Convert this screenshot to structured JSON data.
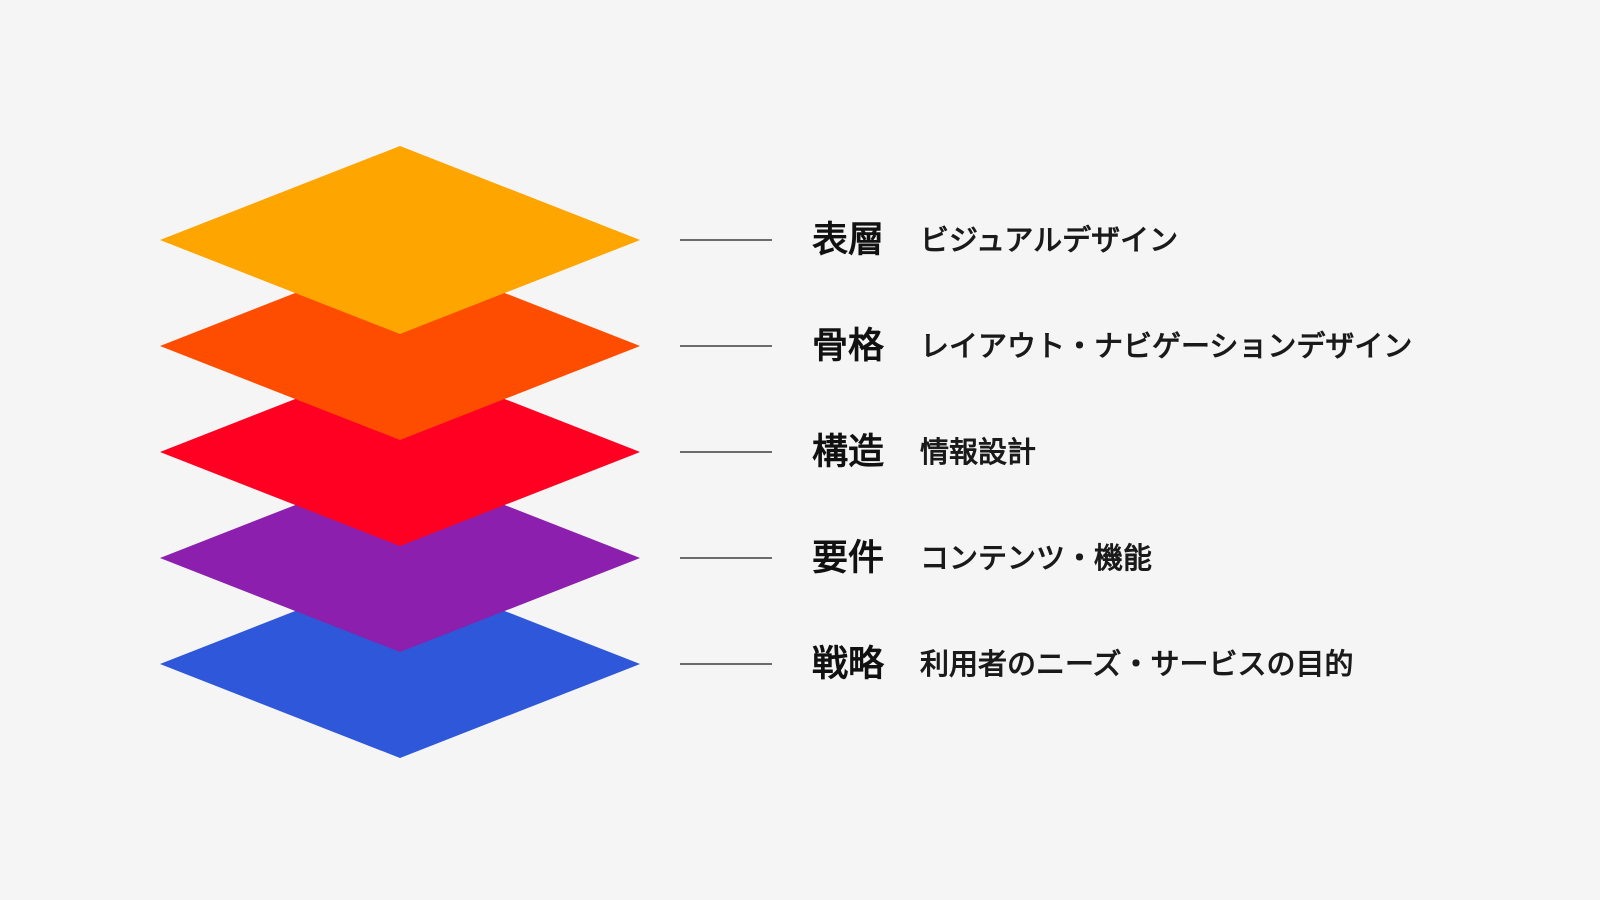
{
  "layers": [
    {
      "title": "戦略",
      "description": "利用者のニーズ・サービスの目的",
      "color": "#2e57d9"
    },
    {
      "title": "要件",
      "description": "コンテンツ・機能",
      "color": "#8c1fad"
    },
    {
      "title": "構造",
      "description": "情報設計",
      "color": "#ff0022"
    },
    {
      "title": "骨格",
      "description": "レイアウト・ナビゲーションデザイン",
      "color": "#ff4d00"
    },
    {
      "title": "表層",
      "description": "ビジュアルデザイン",
      "color": "#ffa500"
    }
  ]
}
